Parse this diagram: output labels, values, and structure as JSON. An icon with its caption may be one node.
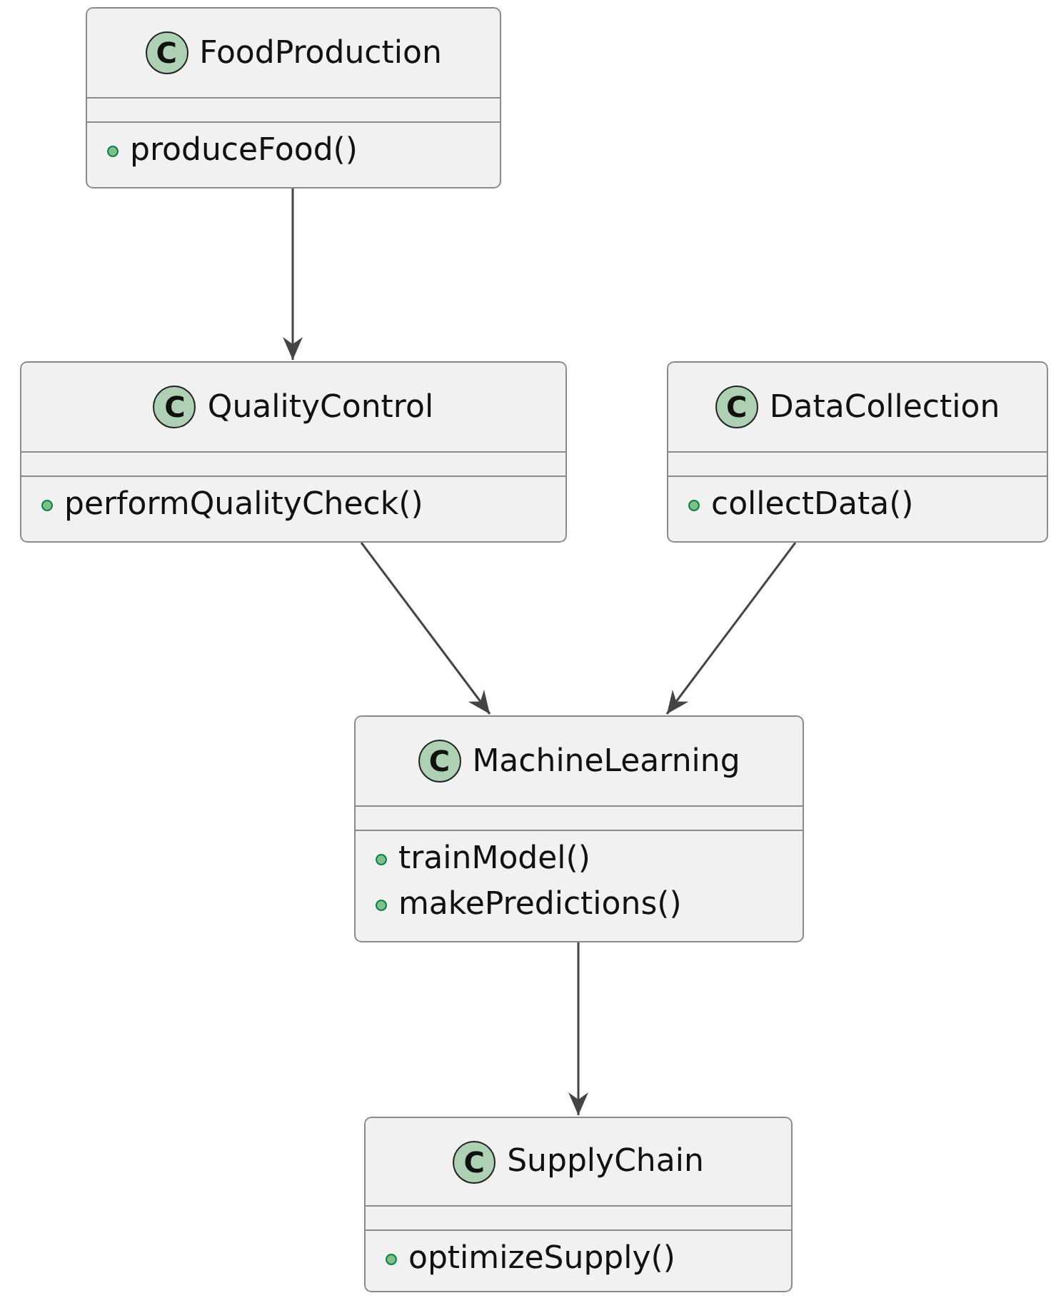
{
  "diagram": {
    "nodes": [
      {
        "text": [
          "C",
          "FoodProduction",
          "produceFood()"
        ]
      },
      {
        "text": [
          "C",
          "QualityControl",
          "performQualityCheck()"
        ]
      },
      {
        "text": [
          "C",
          "DataCollection",
          "collectData()"
        ]
      },
      {
        "text": [
          "C",
          "MachineLearning",
          "trainModel()",
          "makePredictions()"
        ]
      },
      {
        "text": [
          "C",
          "SupplyChain",
          "optimizeSupply()"
        ]
      }
    ],
    "edges": [
      {
        "from": 0,
        "to": 1,
        "arrow": "to"
      },
      {
        "from": 1,
        "to": 3,
        "arrow": "to"
      },
      {
        "from": 2,
        "to": 3,
        "arrow": "to"
      },
      {
        "from": 3,
        "to": 4,
        "arrow": "to"
      }
    ]
  }
}
